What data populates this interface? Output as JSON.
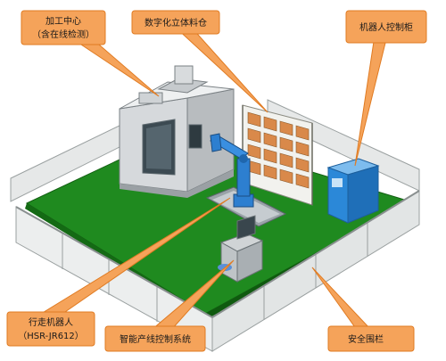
{
  "callouts": {
    "machining_center": {
      "line1": "加工中心",
      "line2": "（含在线检测）"
    },
    "digital_warehouse": {
      "label": "数字化立体料仓"
    },
    "robot_control_cabinet": {
      "label": "机器人控制柜"
    },
    "walking_robot": {
      "line1": "行走机器人",
      "line2": "（HSR-JR612）"
    },
    "line_control_system": {
      "label": "智能产线控制系统"
    },
    "safety_fence": {
      "label": "安全围栏"
    }
  },
  "colors": {
    "callout_fill": "#f5a35a",
    "callout_stroke": "#e07b22",
    "floor": "#1f8a1f",
    "fence_panel": "#e9ebeb",
    "robot": "#2d7fd0",
    "cabinet": "#2b88d8"
  }
}
